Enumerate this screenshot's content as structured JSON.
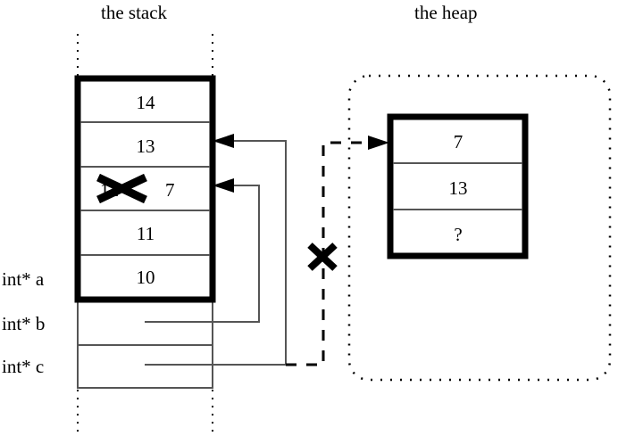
{
  "diagram": {
    "type": "memory-diagram",
    "titles": {
      "stack": "the stack",
      "heap": "the heap"
    },
    "stack": {
      "variables": [
        {
          "name": "int* a",
          "label": "int* a"
        },
        {
          "name": "int* b",
          "label": "int* b"
        },
        {
          "name": "int* c",
          "label": "int* c"
        }
      ],
      "cells": [
        {
          "value": "14",
          "struck": false
        },
        {
          "value": "13",
          "struck": false
        },
        {
          "value": "12",
          "struck": true,
          "new_value": "7"
        },
        {
          "value": "11",
          "struck": false
        },
        {
          "value": "10",
          "struck": false
        }
      ],
      "pointer_cells": [
        "",
        ""
      ]
    },
    "heap": {
      "cells": [
        {
          "value": "7"
        },
        {
          "value": "13"
        },
        {
          "value": "?"
        }
      ]
    },
    "marks": {
      "struck_value_label": "12",
      "overwritten_value_label": "7",
      "broken_pointer_label": "x"
    },
    "colors": {
      "ink": "#000000",
      "rule": "#555555",
      "background": "#ffffff"
    }
  }
}
